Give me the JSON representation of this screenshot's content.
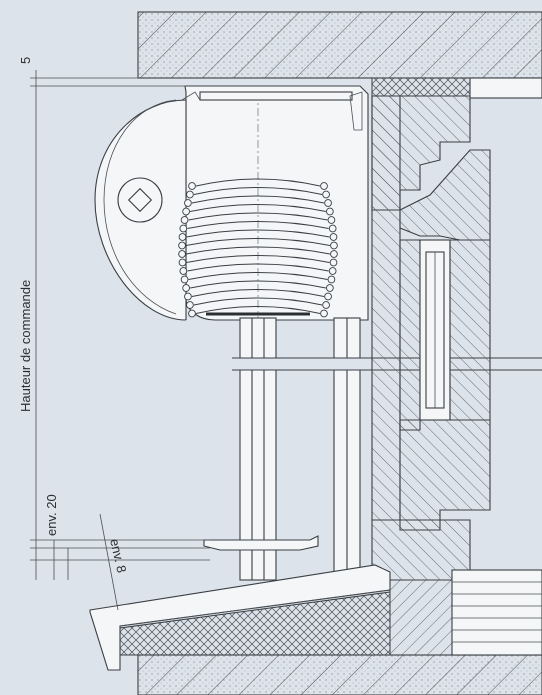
{
  "dimensions": {
    "top_offset": "5",
    "control_height": "Hauteur de commande",
    "env_20": "env. 20",
    "env_8": "env. 8"
  },
  "colors": {
    "background": "#dce3ea",
    "line": "#3a3f44",
    "fill_light": "#f4f6f8"
  }
}
